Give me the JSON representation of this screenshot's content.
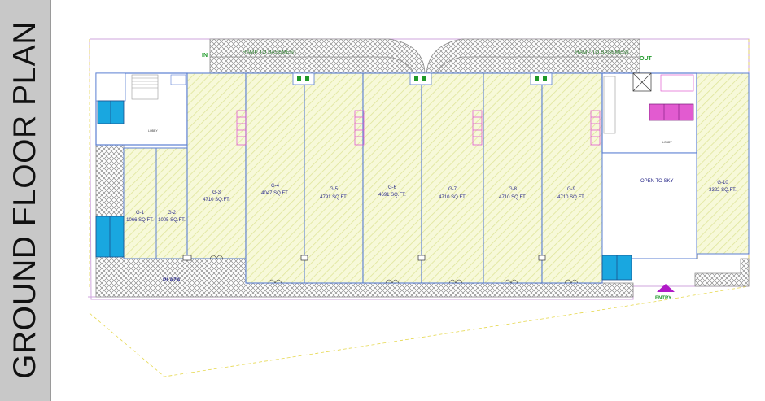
{
  "title": "GROUND FLOOR PLAN",
  "labels": {
    "ramp_left": "RAMP TO BASEMENT",
    "ramp_right": "RAMP TO BASEMENT",
    "in": "IN",
    "out": "OUT",
    "plaza": "PLAZA",
    "entry": "ENTRY",
    "open_to_sky": "OPEN TO SKY",
    "lobby_left": "LOBBY",
    "lobby_right": "LOBBY"
  },
  "shops": [
    {
      "id": "G-1",
      "area": "1066 SQ.FT."
    },
    {
      "id": "G-2",
      "area": "1005 SQ.FT."
    },
    {
      "id": "G-3",
      "area": "4710 SQ.FT."
    },
    {
      "id": "G-4",
      "area": "4047 SQ.FT."
    },
    {
      "id": "G-5",
      "area": "4791 SQ.FT."
    },
    {
      "id": "G-6",
      "area": "4691 SQ.FT."
    },
    {
      "id": "G-7",
      "area": "4710 SQ.FT."
    },
    {
      "id": "G-8",
      "area": "4710 SQ.FT."
    },
    {
      "id": "G-9",
      "area": "4710 SQ.FT."
    },
    {
      "id": "G-10",
      "area": "3322 SQ.FT."
    }
  ],
  "colors": {
    "sidebar": "#c8c8c8",
    "shop_fill": "#f7f9d9",
    "hatch": "#dfe59a",
    "outline": "#cfa6dd",
    "wall": "#5b7fd3",
    "paving": "#8a8a8a",
    "lift": "#19a7e0",
    "text": "#2a2a8a",
    "label": "#3a3a3a",
    "in_out": "#1f9a2a",
    "stair_pink": "#e25bd0",
    "entry_arrow": "#b019c7"
  }
}
